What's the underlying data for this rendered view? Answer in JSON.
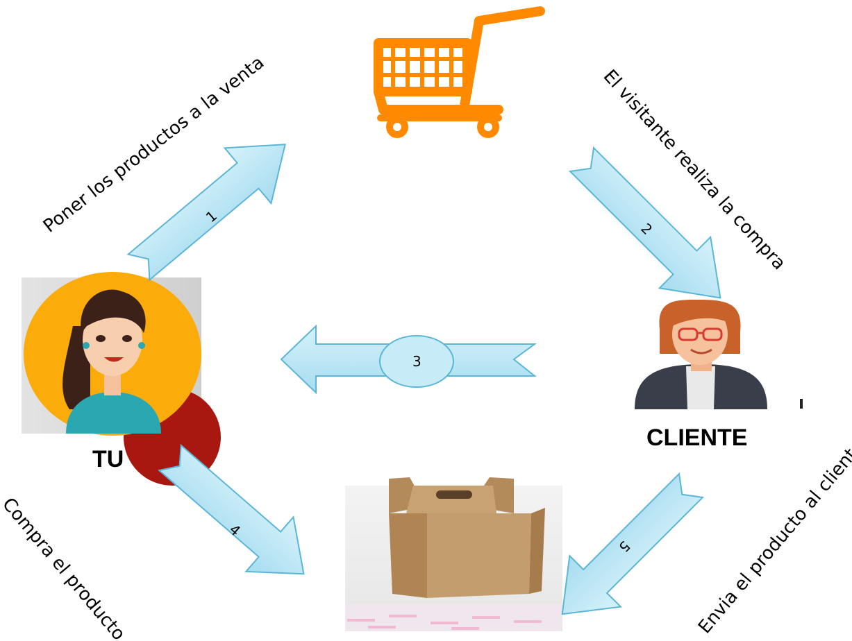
{
  "nodes": {
    "store": {
      "icon": "shopping-cart-icon"
    },
    "seller": {
      "label": "TU",
      "icon": "woman-avatar"
    },
    "customer": {
      "label": "CLIENTE",
      "icon": "woman-with-glasses-avatar"
    },
    "product": {
      "icon": "cardboard-box-photo"
    }
  },
  "steps": [
    {
      "number": "1",
      "text": "Poner los productos a la venta"
    },
    {
      "number": "2",
      "text": "El visitante realiza la compra"
    },
    {
      "number": "3",
      "text": ""
    },
    {
      "number": "4",
      "text": "Compra el producto"
    },
    {
      "number": "5",
      "text": "Envia el producto al cliente"
    }
  ],
  "colors": {
    "arrow_fill": "#b7e6f5",
    "arrow_stroke": "#5bb6d6",
    "cart": "#ff8a00",
    "seller_bg": "#fcac0a",
    "seller_shirt": "#2ba7b2",
    "customer_jacket": "#3a3d4a",
    "box": "#c49d6f"
  }
}
